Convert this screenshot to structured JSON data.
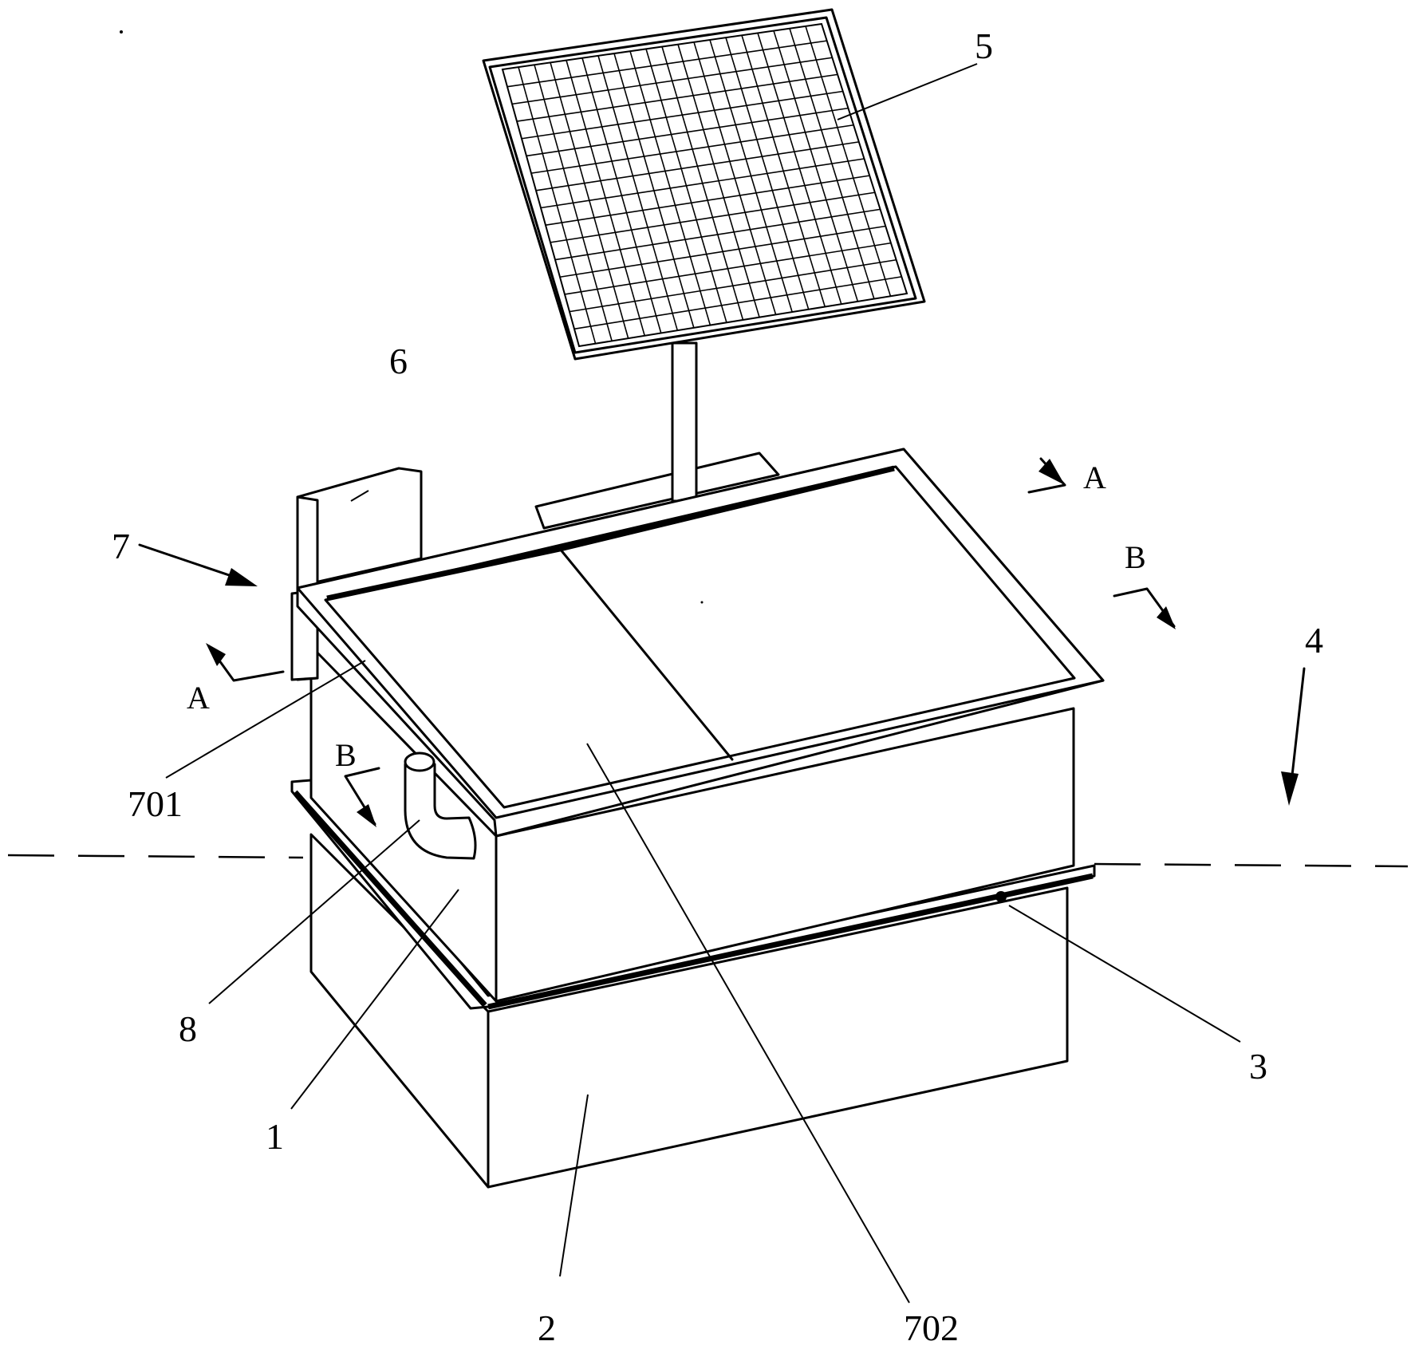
{
  "labels": {
    "solar_panel": "5",
    "control_box": "6",
    "frame": "7",
    "panel_701": "701",
    "panel_702": "702",
    "pipe": "8",
    "upper_tank": "1",
    "lower_tank": "2",
    "seal": "3",
    "direction": "4"
  },
  "section_marks": {
    "a_top": "A",
    "a_left": "A",
    "b_right": "B",
    "b_left": "B"
  }
}
